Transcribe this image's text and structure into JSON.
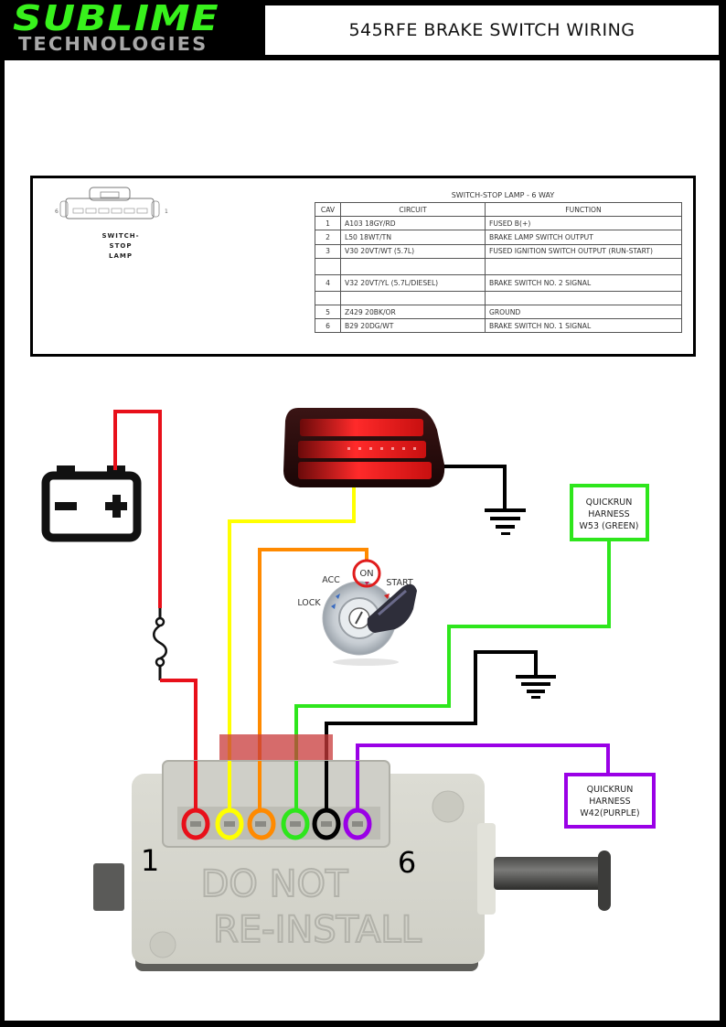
{
  "header": {
    "brand_line1": "SUBLIME",
    "brand_line2": "TECHNOLOGIES",
    "title": "545RFE BRAKE SWITCH WIRING",
    "brand_color": "#38f21c"
  },
  "reference": {
    "connector_label": [
      "SWITCH-",
      "STOP",
      "LAMP"
    ],
    "connector_pin_left": "6",
    "connector_pin_right": "1",
    "table_title": "SWITCH-STOP LAMP - 6 WAY",
    "columns": [
      "CAV",
      "CIRCUIT",
      "FUNCTION"
    ],
    "rows": [
      {
        "cav": "1",
        "circuit": "A103 18GY/RD",
        "function": "FUSED B(+)"
      },
      {
        "cav": "2",
        "circuit": "L50 18WT/TN",
        "function": "BRAKE LAMP SWITCH OUTPUT"
      },
      {
        "cav": "3",
        "circuit": "V30 20VT/WT (5.7L)",
        "function": "FUSED IGNITION SWITCH OUTPUT (RUN-START)"
      },
      {
        "cav": "",
        "circuit": "",
        "function": ""
      },
      {
        "cav": "4",
        "circuit": "V32 20VT/YL (5.7L/DIESEL)",
        "function": "BRAKE SWITCH NO. 2 SIGNAL"
      },
      {
        "cav": "",
        "circuit": "",
        "function": ""
      },
      {
        "cav": "5",
        "circuit": "Z429 20BK/OR",
        "function": "GROUND"
      },
      {
        "cav": "6",
        "circuit": "B29 20DG/WT",
        "function": "BRAKE SWITCH NO. 1 SIGNAL"
      }
    ]
  },
  "diagram": {
    "ignition_labels": {
      "on": "ON",
      "acc": "ACC",
      "start": "START",
      "lock": "LOCK"
    },
    "harness_green": {
      "line1": "QUICKRUN",
      "line2": "HARNESS",
      "line3": "W53 (GREEN)"
    },
    "harness_purple": {
      "line1": "QUICKRUN",
      "line2": "HARNESS",
      "line3": "W42(PURPLE)"
    },
    "switch_text": {
      "line1": "DO NOT",
      "line2": "RE-INSTALL"
    },
    "pin_first": "1",
    "pin_last": "6",
    "wires": [
      {
        "pin": "1",
        "color": "#e8101a",
        "to": "battery +, via fuse"
      },
      {
        "pin": "2",
        "color": "#ffff00",
        "to": "brake lamp"
      },
      {
        "pin": "3",
        "color": "#ff8a00",
        "to": "ignition ON"
      },
      {
        "pin": "4",
        "color": "#2ee61c",
        "to": "QuickRun harness W53"
      },
      {
        "pin": "5",
        "color": "#000000",
        "to": "ground"
      },
      {
        "pin": "6",
        "color": "#9a00e6",
        "to": "QuickRun harness W42"
      }
    ]
  }
}
